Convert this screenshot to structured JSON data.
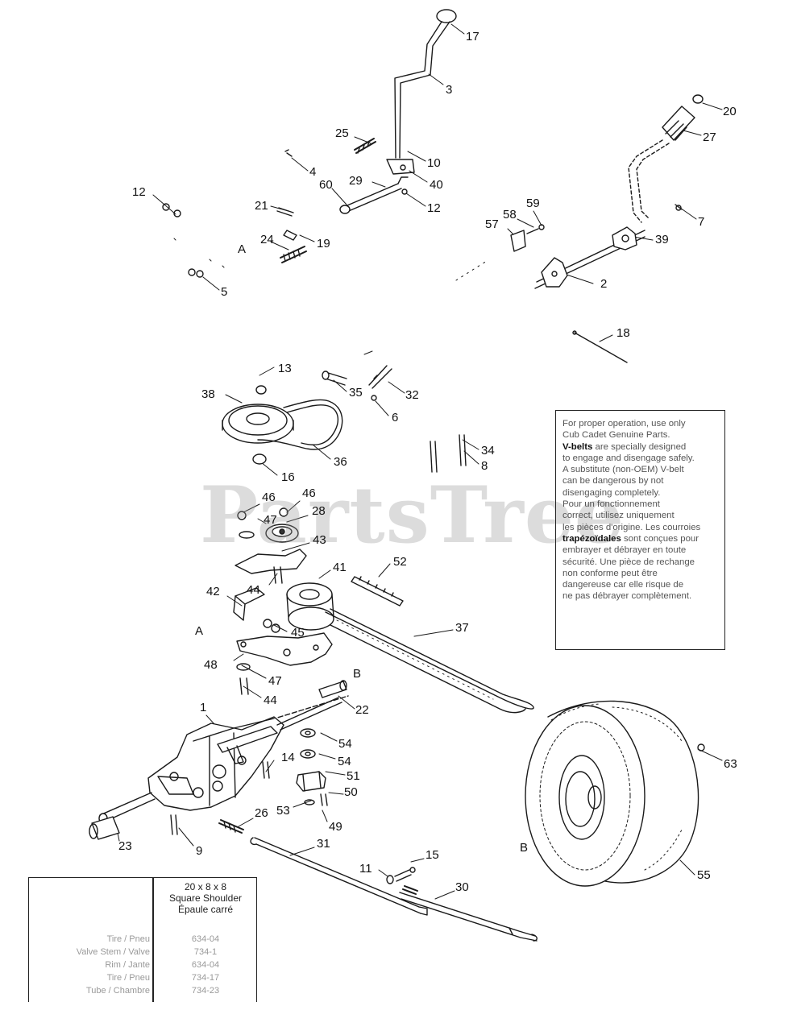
{
  "watermark": "PartsTree",
  "callouts": [
    {
      "id": "c17",
      "text": "17"
    },
    {
      "id": "c3",
      "text": "3"
    },
    {
      "id": "c20",
      "text": "20"
    },
    {
      "id": "c27",
      "text": "27"
    },
    {
      "id": "c25",
      "text": "25"
    },
    {
      "id": "c10",
      "text": "10"
    },
    {
      "id": "c4",
      "text": "4"
    },
    {
      "id": "c40",
      "text": "40"
    },
    {
      "id": "c29",
      "text": "29"
    },
    {
      "id": "c60",
      "text": "60"
    },
    {
      "id": "c12a",
      "text": "12"
    },
    {
      "id": "c12b",
      "text": "12"
    },
    {
      "id": "c21",
      "text": "21"
    },
    {
      "id": "c59",
      "text": "59"
    },
    {
      "id": "c58",
      "text": "58"
    },
    {
      "id": "c7",
      "text": "7"
    },
    {
      "id": "c57",
      "text": "57"
    },
    {
      "id": "c19",
      "text": "19"
    },
    {
      "id": "c24",
      "text": "24"
    },
    {
      "id": "cA1",
      "text": "A"
    },
    {
      "id": "c39",
      "text": "39"
    },
    {
      "id": "c5",
      "text": "5"
    },
    {
      "id": "c2",
      "text": "2"
    },
    {
      "id": "c18",
      "text": "18"
    },
    {
      "id": "c13",
      "text": "13"
    },
    {
      "id": "c38",
      "text": "38"
    },
    {
      "id": "c35",
      "text": "35"
    },
    {
      "id": "c32",
      "text": "32"
    },
    {
      "id": "c6",
      "text": "6"
    },
    {
      "id": "c34",
      "text": "34"
    },
    {
      "id": "c8",
      "text": "8"
    },
    {
      "id": "c36",
      "text": "36"
    },
    {
      "id": "c16",
      "text": "16"
    },
    {
      "id": "c46a",
      "text": "46"
    },
    {
      "id": "c46b",
      "text": "46"
    },
    {
      "id": "c28",
      "text": "28"
    },
    {
      "id": "c47a",
      "text": "47"
    },
    {
      "id": "c43",
      "text": "43"
    },
    {
      "id": "c41",
      "text": "41"
    },
    {
      "id": "c52",
      "text": "52"
    },
    {
      "id": "c44a",
      "text": "44"
    },
    {
      "id": "c42",
      "text": "42"
    },
    {
      "id": "c37",
      "text": "37"
    },
    {
      "id": "cA2",
      "text": "A"
    },
    {
      "id": "c45",
      "text": "45"
    },
    {
      "id": "c48",
      "text": "48"
    },
    {
      "id": "c47b",
      "text": "47"
    },
    {
      "id": "cB1",
      "text": "B"
    },
    {
      "id": "c44b",
      "text": "44"
    },
    {
      "id": "c22",
      "text": "22"
    },
    {
      "id": "c1",
      "text": "1"
    },
    {
      "id": "c54a",
      "text": "54"
    },
    {
      "id": "c14",
      "text": "14"
    },
    {
      "id": "c54b",
      "text": "54"
    },
    {
      "id": "c63",
      "text": "63"
    },
    {
      "id": "c51",
      "text": "51"
    },
    {
      "id": "c50",
      "text": "50"
    },
    {
      "id": "c53",
      "text": "53"
    },
    {
      "id": "c49",
      "text": "49"
    },
    {
      "id": "c26",
      "text": "26"
    },
    {
      "id": "c23",
      "text": "23"
    },
    {
      "id": "c9",
      "text": "9"
    },
    {
      "id": "c31",
      "text": "31"
    },
    {
      "id": "cB2",
      "text": "B"
    },
    {
      "id": "c11",
      "text": "11"
    },
    {
      "id": "c15",
      "text": "15"
    },
    {
      "id": "c55",
      "text": "55"
    },
    {
      "id": "c30",
      "text": "30"
    }
  ],
  "note_box": {
    "lines": [
      {
        "text": "For proper operation, use only",
        "bold": false
      },
      {
        "text": "Cub Cadet Genuine Parts.",
        "bold": false
      },
      {
        "text": "V-belts",
        "bold": true,
        "rest": " are specially designed"
      },
      {
        "text": "to engage and disengage safely.",
        "bold": false
      },
      {
        "text": "A substitute (non-OEM) V-belt",
        "bold": false
      },
      {
        "text": "can be dangerous by not",
        "bold": false
      },
      {
        "text": "disengaging completely.",
        "bold": false
      },
      {
        "text": "Pour un fonctionnement",
        "bold": false
      },
      {
        "text": "correct, utilisez uniquement",
        "bold": false
      },
      {
        "text": "les pièces d'origine. Les courroies",
        "bold": false
      },
      {
        "text": "trapézoïdales",
        "bold": true,
        "rest": " sont conçues pour"
      },
      {
        "text": "embrayer et débrayer en toute",
        "bold": false
      },
      {
        "text": "sécurité. Une pièce de rechange",
        "bold": false
      },
      {
        "text": "non conforme peut être",
        "bold": false
      },
      {
        "text": "dangereuse car elle risque de",
        "bold": false
      },
      {
        "text": "ne pas débrayer complètement.",
        "bold": false
      }
    ]
  },
  "spec_table": {
    "header": [
      "20 x 8 x 8",
      "Square Shoulder",
      "Épaule carré"
    ],
    "rows": [
      {
        "label": "Tire / Pneu",
        "value": "634-04"
      },
      {
        "label": "Valve Stem / Valve",
        "value": "734-1"
      },
      {
        "label": "Rim / Jante",
        "value": "634-04"
      },
      {
        "label": "Tire / Pneu",
        "value": "734-17"
      },
      {
        "label": "Tube / Chambre",
        "value": "734-23"
      }
    ]
  }
}
